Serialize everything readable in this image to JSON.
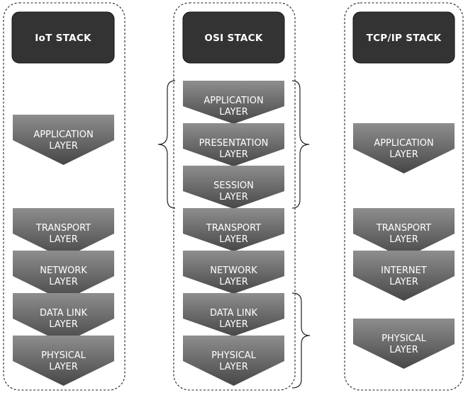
{
  "stacks": {
    "iot": {
      "title": "IoT STACK",
      "layers": [
        {
          "line1": "APPLICATION",
          "line2": "LAYER"
        },
        {
          "line1": "TRANSPORT",
          "line2": "LAYER"
        },
        {
          "line1": "NETWORK",
          "line2": "LAYER"
        },
        {
          "line1": "DATA LINK",
          "line2": "LAYER"
        },
        {
          "line1": "PHYSICAL",
          "line2": "LAYER"
        }
      ]
    },
    "osi": {
      "title": "OSI STACK",
      "layers": [
        {
          "line1": "APPLICATION",
          "line2": "LAYER"
        },
        {
          "line1": "PRESENTATION",
          "line2": "LAYER"
        },
        {
          "line1": "SESSION",
          "line2": "LAYER"
        },
        {
          "line1": "TRANSPORT",
          "line2": "LAYER"
        },
        {
          "line1": "NETWORK",
          "line2": "LAYER"
        },
        {
          "line1": "DATA LINK",
          "line2": "LAYER"
        },
        {
          "line1": "PHYSICAL",
          "line2": "LAYER"
        }
      ]
    },
    "tcpip": {
      "title": "TCP/IP STACK",
      "layers": [
        {
          "line1": "APPLICATION",
          "line2": "LAYER"
        },
        {
          "line1": "TRANSPORT",
          "line2": "LAYER"
        },
        {
          "line1": "INTERNET",
          "line2": "LAYER"
        },
        {
          "line1": "PHYSICAL",
          "line2": "LAYER"
        }
      ]
    }
  },
  "colors": {
    "header": "#333333",
    "layer_top": "#8c8c8c",
    "layer_bottom": "#4a4a4a",
    "frame": "#222222"
  }
}
